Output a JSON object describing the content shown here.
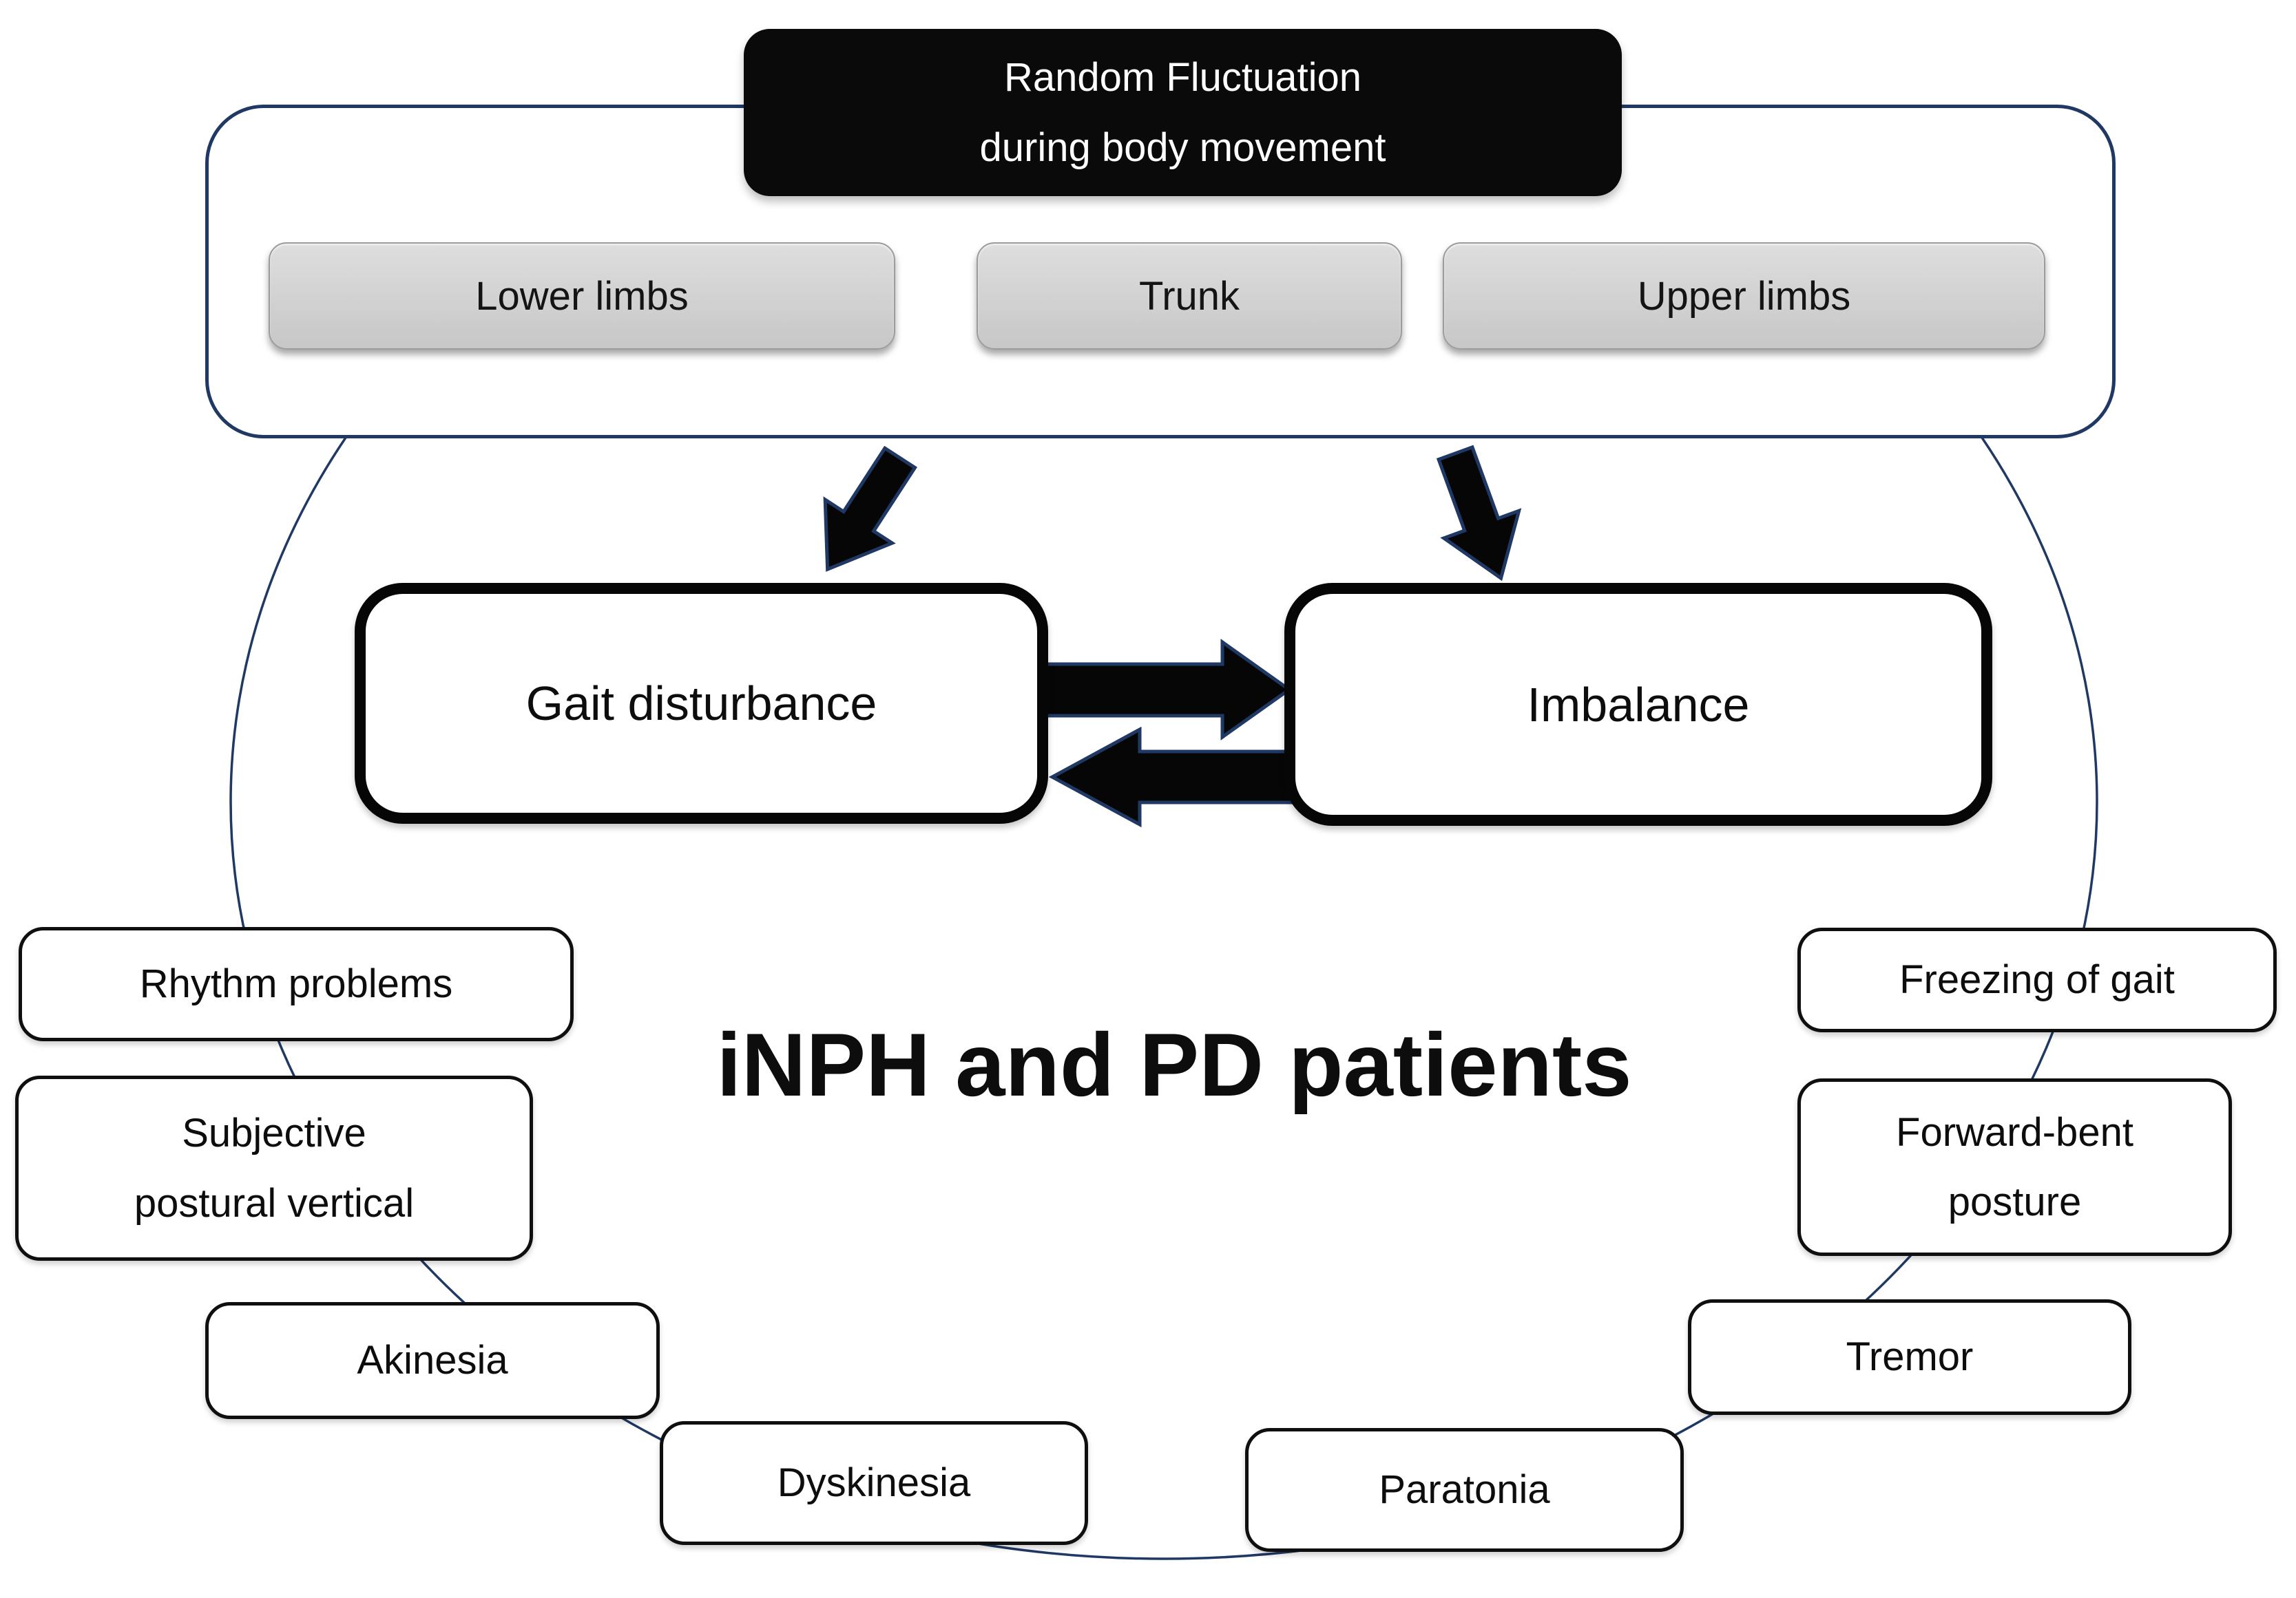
{
  "title": "iNPH and PD patients",
  "header": {
    "line1": "Random Fluctuation",
    "line2": "during body movement"
  },
  "body_parts": [
    {
      "label": "Lower limbs"
    },
    {
      "label": "Trunk"
    },
    {
      "label": "Upper limbs"
    }
  ],
  "core": {
    "left_label": "Gait disturbance",
    "right_label": "Imbalance"
  },
  "symptoms": [
    {
      "label": "Rhythm problems"
    },
    {
      "label": "Subjective postural vertical",
      "line1": "Subjective",
      "line2": "postural vertical"
    },
    {
      "label": "Akinesia"
    },
    {
      "label": "Dyskinesia"
    },
    {
      "label": "Paratonia"
    },
    {
      "label": "Tremor"
    },
    {
      "label": "Forward-bent posture",
      "line1": "Forward-bent",
      "line2": "posture"
    },
    {
      "label": "Freezing of gait"
    }
  ],
  "colors": {
    "accent_navy": "#1f3864",
    "header_black": "#0a0a0a",
    "gray_fill": "#d2d2d2",
    "box_white": "#ffffff"
  }
}
